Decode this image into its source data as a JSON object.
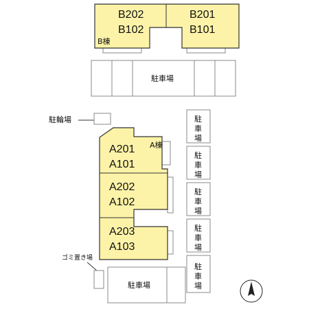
{
  "building_b": {
    "label": "B棟",
    "units": [
      {
        "upper": "B202",
        "lower": "B102"
      },
      {
        "upper": "B201",
        "lower": "B101"
      }
    ]
  },
  "building_a": {
    "label": "A棟",
    "units": [
      {
        "upper": "A201",
        "lower": "A101"
      },
      {
        "upper": "A202",
        "lower": "A102"
      },
      {
        "upper": "A203",
        "lower": "A103"
      }
    ]
  },
  "parking_label": "駐車場",
  "bicycle_parking_label": "駐輪場",
  "garbage_label": "ゴミ置き場",
  "colors": {
    "building_fill": "#fdf3a8",
    "building_outline": "#333333",
    "lot_lines": "#888888"
  },
  "icons": {
    "north": "north-arrow-icon"
  }
}
